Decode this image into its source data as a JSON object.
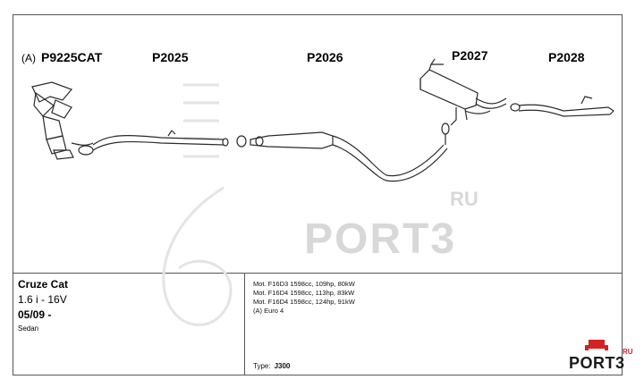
{
  "parts": {
    "ref_prefix": "(A)",
    "p1": "P9225CAT",
    "p2": "P2025",
    "p3": "P2026",
    "p4": "P2027",
    "p5": "P2028"
  },
  "watermark": {
    "text": "PORT3",
    "ru": "RU"
  },
  "vehicle": {
    "model": "Cruze Cat",
    "engine": "1.6 i - 16V",
    "date": "05/09 -",
    "body": "Sedan"
  },
  "motors": [
    "Mot. F16D3 1598cc, 109hp, 80kW",
    "Mot. F16D4 1598cc, 113hp, 83kW",
    "Mot. F16D4 1598cc, 124hp, 91kW",
    "(A) Euro 4"
  ],
  "type": {
    "label": "Type:",
    "value": "J300"
  },
  "logo": {
    "text": "PORT3",
    "ru": "RU"
  },
  "colors": {
    "line": "#2a2a2a",
    "watermark": "#d8d8d8",
    "accent": "#d22222"
  }
}
